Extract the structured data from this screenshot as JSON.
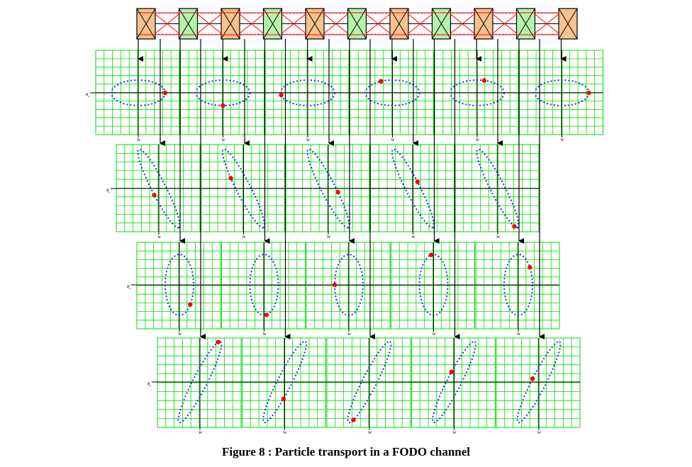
{
  "caption": "Figure 8 : Particle transport in a FODO channel",
  "colors": {
    "grid": "#00dd00",
    "focusing_quad": "#f7c28f",
    "defocusing_quad": "#b6f2ad",
    "beam_envelope": "#ff0000",
    "ellipse": "#1f33c8",
    "particle": "#ff0000",
    "axis": "#000000"
  },
  "lattice": {
    "elements": [
      "F",
      "D",
      "F",
      "D",
      "F",
      "D",
      "F",
      "D",
      "F",
      "D",
      "F"
    ]
  },
  "phase_space_rows": [
    {
      "ellipse_shape": "upright-wide",
      "axis_x_label": "w",
      "axis_y_label": "w'",
      "particle_phase_deg": [
        0,
        270,
        190,
        115,
        75,
        0
      ]
    },
    {
      "ellipse_shape": "tilted-negative",
      "axis_x_label": "w",
      "axis_y_label": "w'",
      "particle_phase_deg": [
        275,
        250,
        80,
        95,
        340
      ]
    },
    {
      "ellipse_shape": "upright-tall",
      "axis_x_label": "w",
      "axis_y_label": "w'",
      "particle_phase_deg": [
        320,
        280,
        180,
        100,
        35
      ]
    },
    {
      "ellipse_shape": "tilted-positive",
      "axis_x_label": "w",
      "axis_y_label": "w'",
      "particle_phase_deg": [
        15,
        250,
        205,
        80,
        90
      ]
    }
  ]
}
